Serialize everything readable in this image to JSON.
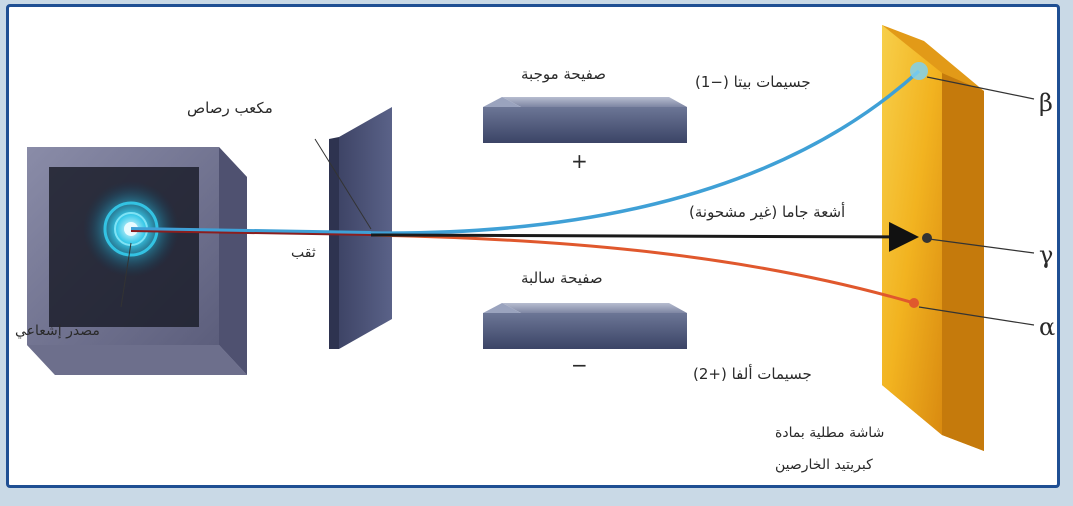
{
  "labels": {
    "source": "مصدر إشعاعي",
    "lead_block": "مكعب رصاص",
    "hole": "ثقب",
    "positive_plate": "صفيحة موجبة",
    "positive_sign": "+",
    "negative_plate": "صفيحة سالبة",
    "negative_sign": "−",
    "beta_particles": "جسيمات بيتا (−1)",
    "gamma_rays": "أشعة جاما (غير مشحونة)",
    "alpha_particles": "جسيمات ألفا (+2)",
    "screen_line1": "شاشة مطلية بمادة",
    "screen_line2": "كبريتيد الخارصين"
  },
  "symbols": {
    "beta": "β",
    "gamma": "γ",
    "alpha": "α"
  },
  "colors": {
    "beta_path": "#3fa0d6",
    "alpha_path": "#e0582d",
    "gamma_path": "#1a1a1a",
    "screen": "#f2b320",
    "frame_border": "#1f4f93"
  }
}
